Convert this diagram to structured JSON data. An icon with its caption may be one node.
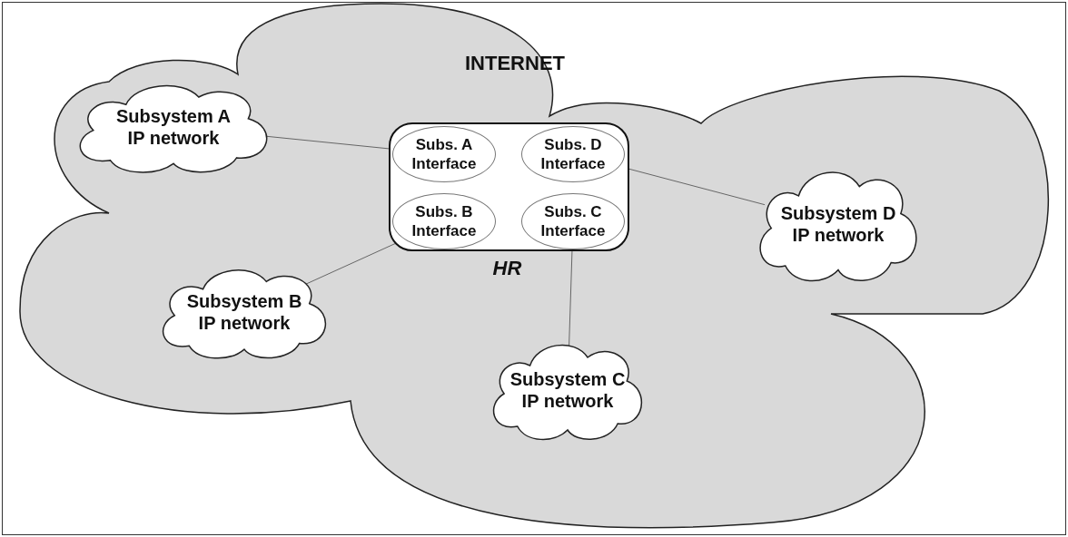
{
  "diagram": {
    "nodes": [
      {
        "text": [
          "INTERNET"
        ]
      },
      {
        "text": [
          "Subsystem A IP network"
        ],
        "in": 0
      },
      {
        "text": [
          "HR"
        ],
        "in": 0
      },
      {
        "text": [
          "Subs. A Interface"
        ],
        "in": 2
      },
      {
        "text": [
          "Subs. D Interface"
        ],
        "in": 2
      },
      {
        "text": [
          "Subs. B Interface"
        ],
        "in": 2
      },
      {
        "text": [
          "Subs. C Interface"
        ],
        "in": 2
      },
      {
        "text": [
          "Subsystem D IP network"
        ],
        "in": 0
      },
      {
        "text": [
          "Subsystem B IP network"
        ],
        "in": 0
      },
      {
        "text": [
          "Subsystem C IP network"
        ],
        "in": 0
      }
    ],
    "edges": [
      {
        "from": 1,
        "to": 3,
        "arrow": "none"
      },
      {
        "from": 4,
        "to": 7,
        "arrow": "none"
      },
      {
        "from": 5,
        "to": 8,
        "arrow": "none"
      },
      {
        "from": 6,
        "to": 9,
        "arrow": "none"
      }
    ]
  }
}
